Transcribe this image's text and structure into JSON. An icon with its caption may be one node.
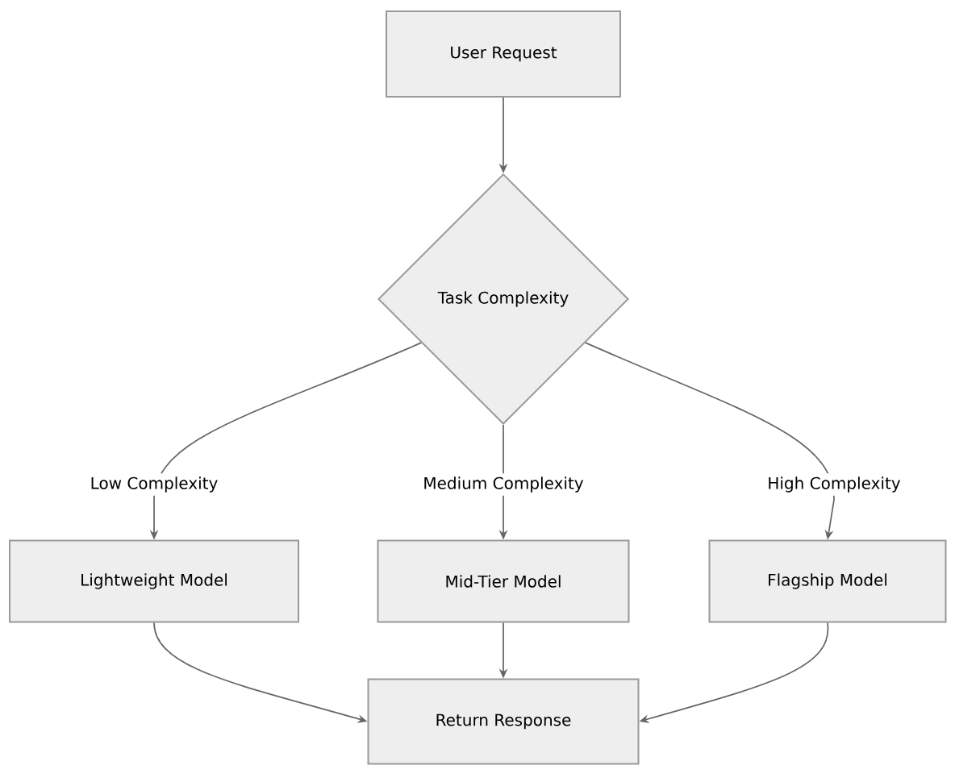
{
  "diagram": {
    "nodes": [
      {
        "text": [
          "User Request"
        ]
      },
      {
        "text": [
          "Task Complexity"
        ]
      },
      {
        "text": [
          "Lightweight Model"
        ]
      },
      {
        "text": [
          "Mid-Tier Model"
        ]
      },
      {
        "text": [
          "Flagship Model"
        ]
      },
      {
        "text": [
          "Return Response"
        ]
      }
    ],
    "edges": [
      {
        "from": 0,
        "to": 1,
        "arrow": "to"
      },
      {
        "from": 1,
        "to": 2,
        "arrow": "to",
        "label": "Low Complexity"
      },
      {
        "from": 1,
        "to": 3,
        "arrow": "to",
        "label": "Medium Complexity"
      },
      {
        "from": 1,
        "to": 4,
        "arrow": "to",
        "label": "High Complexity"
      },
      {
        "from": 2,
        "to": 5,
        "arrow": "to"
      },
      {
        "from": 3,
        "to": 5,
        "arrow": "to"
      },
      {
        "from": 4,
        "to": 5,
        "arrow": "to"
      }
    ]
  }
}
